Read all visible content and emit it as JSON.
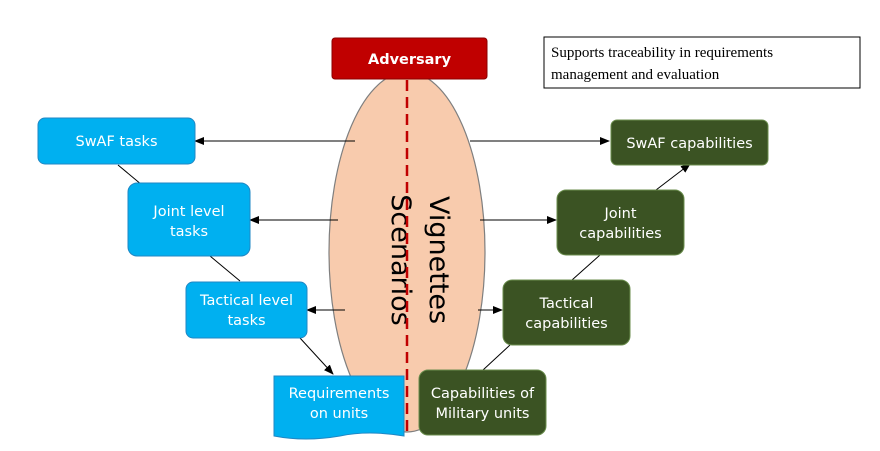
{
  "adversary": {
    "label": "Adversary"
  },
  "ellipse": {
    "line1": "Vignettes",
    "line2": "Scenarios"
  },
  "note": {
    "line1": "Supports traceability in requirements",
    "line2": "management and evaluation"
  },
  "tasks": {
    "swaf": {
      "line1": "SwAF tasks"
    },
    "joint": {
      "line1": "Joint level",
      "line2": "tasks"
    },
    "tactical": {
      "line1": "Tactical level",
      "line2": "tasks"
    },
    "requirements": {
      "line1": "Requirements",
      "line2": "on units"
    }
  },
  "capabilities": {
    "swaf": {
      "line1": "SwAF capabilities"
    },
    "joint": {
      "line1": "Joint",
      "line2": "capabilities"
    },
    "tactical": {
      "line1": "Tactical",
      "line2": "capabilities"
    },
    "military": {
      "line1": "Capabilities of",
      "line2": "Military units"
    }
  },
  "colors": {
    "task_fill": "#00b0f0",
    "task_stroke": "#1f87c4",
    "capability_fill": "#3b5323",
    "capability_stroke": "#6b8e4e",
    "ellipse_fill": "#f8cbad",
    "ellipse_stroke": "#7f7f7f",
    "adversary_fill": "#c00000",
    "adversary_stroke": "#8b0000",
    "divider": "#c00000"
  }
}
